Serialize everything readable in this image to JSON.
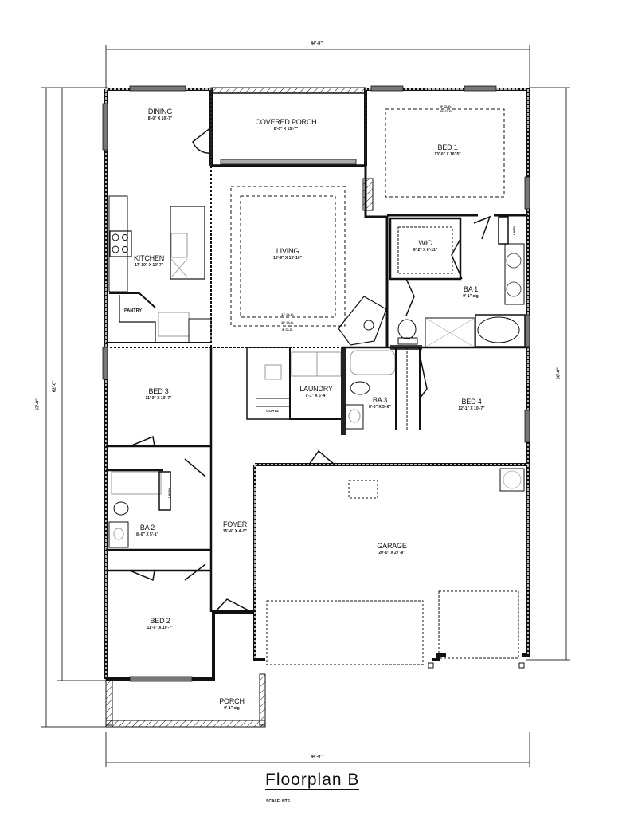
{
  "title": "Floorplan B",
  "scale": "SCALE: NTS",
  "dimensions": {
    "top_width": "44'-0\"",
    "bottom_width": "44'-0\"",
    "left_outer_depth": "67'-0\"",
    "left_inner_depth": "62'-0\"",
    "right_depth": "60'-0\""
  },
  "rooms": {
    "dining": {
      "name": "DINING",
      "size": "8'-0\" X 10'-7\""
    },
    "covered_porch": {
      "name": "COVERED PORCH",
      "size": "8'-0\" X 15'-7\""
    },
    "bed1": {
      "name": "BED 1",
      "size": "13'-0\" X 16'-5\"",
      "ceiling_upper": "9' CLG.",
      "ceiling_lower": "10' CLG."
    },
    "kitchen": {
      "name": "KITCHEN",
      "size": "17'-10\" X 10'-7\""
    },
    "pantry": {
      "name": "PANTRY"
    },
    "living": {
      "name": "LIVING",
      "size": "16'-9\" X 15'-10\"",
      "ceiling_1": "11' CLG.",
      "ceiling_2": "10' CLG.",
      "ceiling_3": "9' CLG."
    },
    "wic": {
      "name": "WIC",
      "size": "6'-2\" X 6'-11\""
    },
    "linen1": {
      "name": "LINEN"
    },
    "ba1": {
      "name": "BA 1",
      "size": "9'-1\" clg"
    },
    "bed3": {
      "name": "BED 3",
      "size": "11'-0\" X 10'-7\""
    },
    "coats": {
      "name": "COATS"
    },
    "laundry": {
      "name": "LAUNDRY",
      "size": "7'-1\" X 5'-4\""
    },
    "ba3": {
      "name": "BA 3",
      "size": "8'-3\" X 5'-6\""
    },
    "bed4": {
      "name": "BED 4",
      "size": "12'-1\" X 10'-7\""
    },
    "linen2": {
      "name": "LINEN"
    },
    "ba2": {
      "name": "BA 2",
      "size": "8'-0\" X 5'-1\""
    },
    "foyer": {
      "name": "FOYER",
      "size": "15'-4\" X 4'-5\""
    },
    "garage": {
      "name": "GARAGE",
      "size": "20'-0\" X 27'-9\""
    },
    "bed2": {
      "name": "BED 2",
      "size": "11'-0\" X 10'-7\""
    },
    "porch": {
      "name": "PORCH",
      "size": "9'-1\" clg"
    }
  },
  "colors": {
    "line": "#111111",
    "window": "#666666",
    "wall_fill": "#888888"
  }
}
